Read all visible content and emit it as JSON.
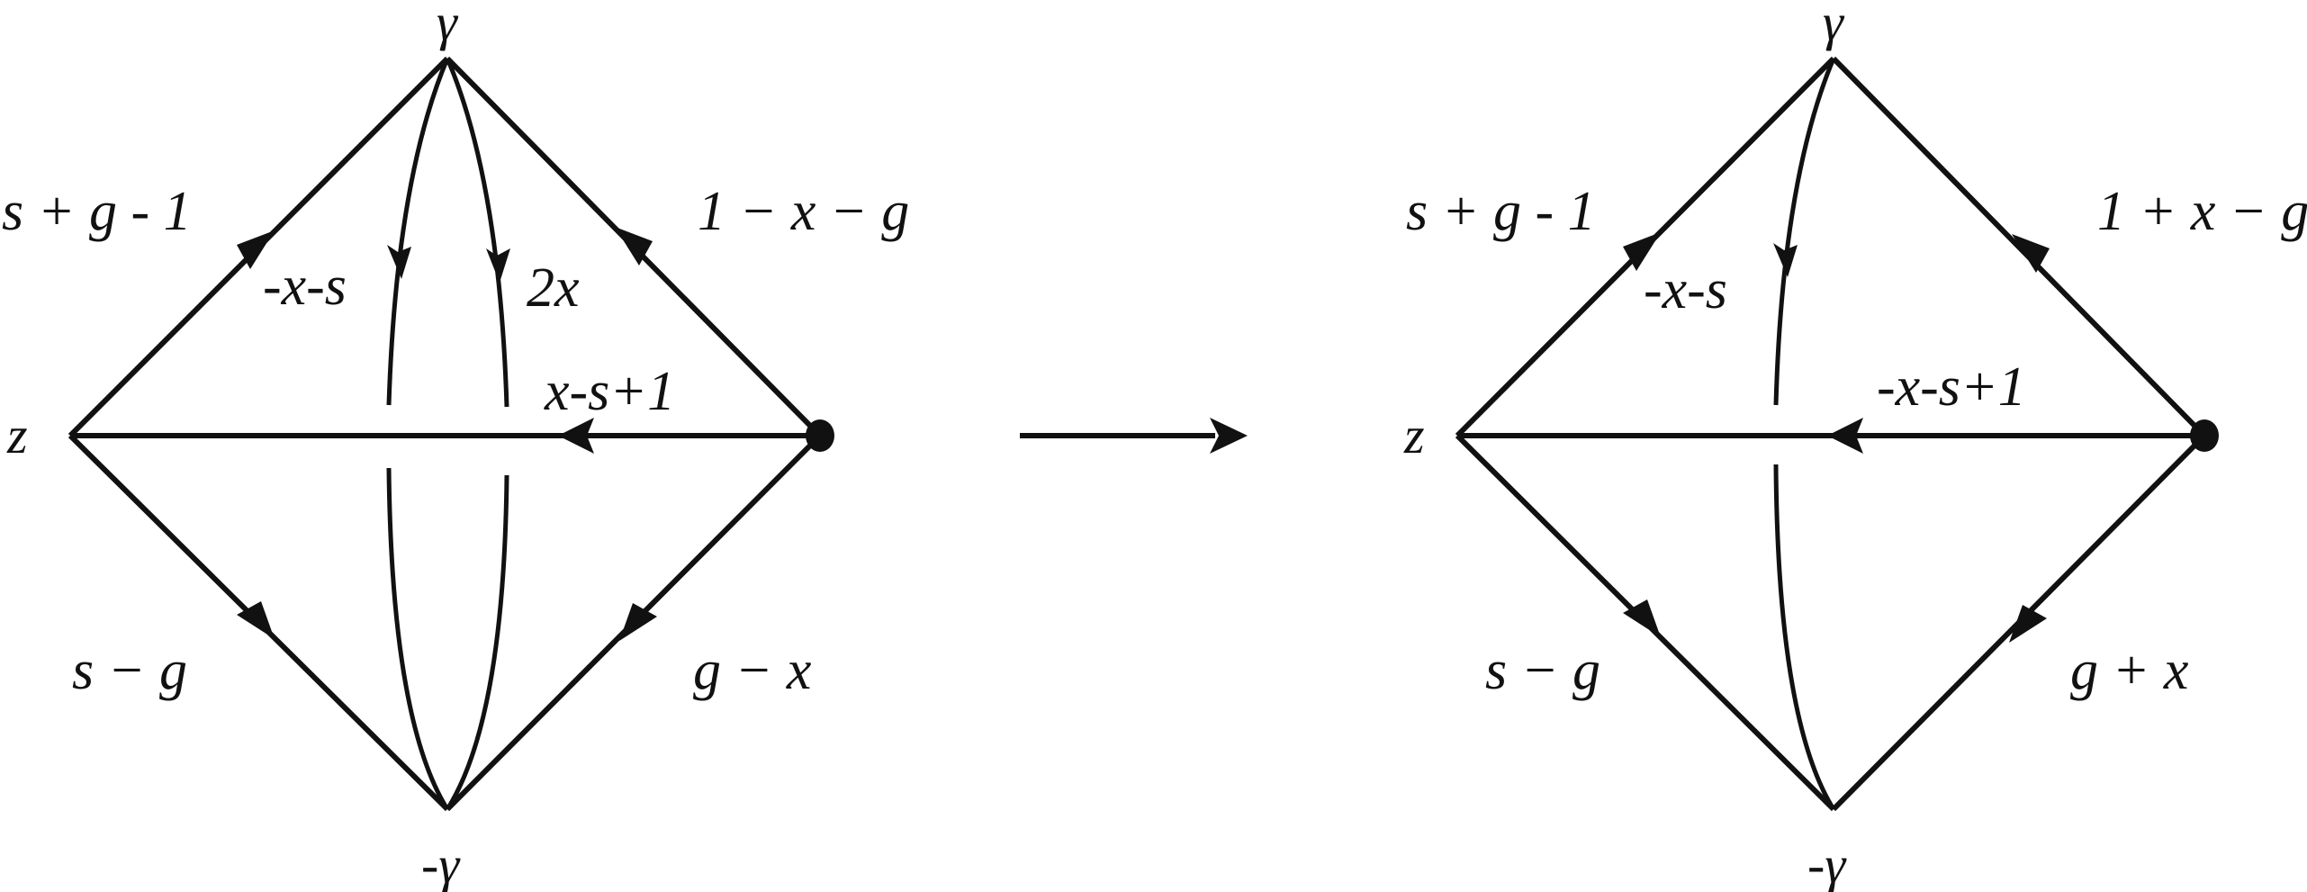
{
  "figure": {
    "description": "Transformation of a graph diagram: left graph maps to right graph",
    "colors": {
      "stroke": "#111111",
      "background": "#ffffff"
    },
    "transform_arrow": {
      "direction": "right"
    }
  },
  "left_graph": {
    "vertices": {
      "top": "γ",
      "left": "z",
      "bottom": "-γ",
      "right_marker": "filled-dot"
    },
    "edge_labels": {
      "z_to_top": "s + g - 1",
      "right_to_top": "1 − x − g",
      "top_curve_left": "-x-s",
      "top_curve_right": "2x",
      "right_to_z": "x-s+1",
      "z_to_bottom": "s − g",
      "right_to_bottom": "g − x"
    }
  },
  "right_graph": {
    "vertices": {
      "top": "γ",
      "left": "z",
      "bottom": "-γ",
      "right_marker": "filled-dot"
    },
    "edge_labels": {
      "z_to_top": "s + g - 1",
      "right_to_top": "1 + x − g",
      "top_curve_left": "-x-s",
      "right_to_z": "-x-s+1",
      "z_to_bottom": "s − g",
      "right_to_bottom": "g + x"
    }
  }
}
